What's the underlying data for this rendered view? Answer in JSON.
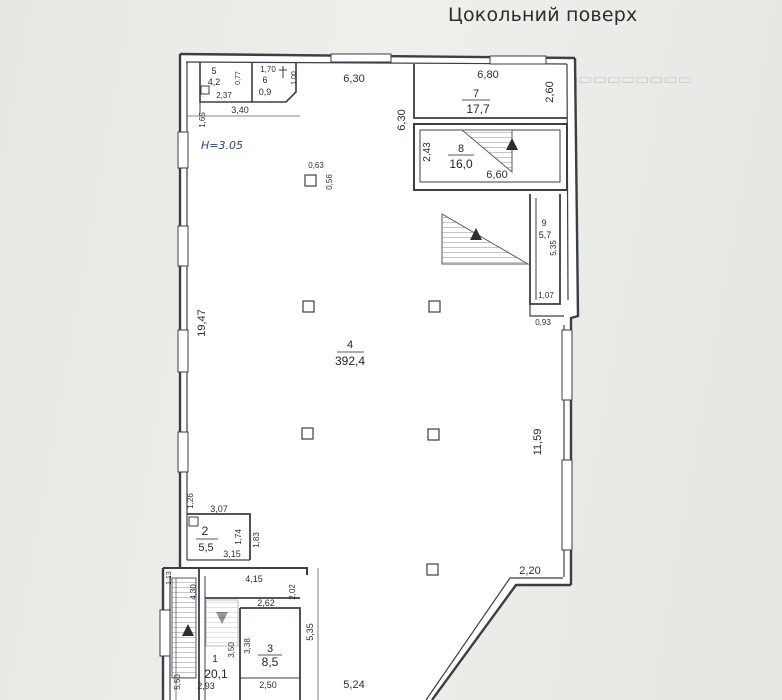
{
  "page": {
    "title": "Цокольний поверх"
  },
  "plan": {
    "height_note": "H=3.05",
    "rooms": [
      {
        "id": "room-1",
        "number": "1",
        "area": "20,1"
      },
      {
        "id": "room-2",
        "number": "2",
        "area": "5,5"
      },
      {
        "id": "room-3",
        "number": "3",
        "area": "8,5"
      },
      {
        "id": "room-4",
        "number": "4",
        "area": "392,4"
      },
      {
        "id": "room-5",
        "number": "5",
        "area": "4,2"
      },
      {
        "id": "room-6",
        "number": "6",
        "area": "0,9"
      },
      {
        "id": "room-7",
        "number": "7",
        "area": "17,7"
      },
      {
        "id": "room-8",
        "number": "8",
        "area": "16,0"
      },
      {
        "id": "room-9",
        "number": "9",
        "area": "5,7"
      }
    ],
    "dimensions": {
      "d630_top": "6,30",
      "d680": "6,80",
      "d260": "2,60",
      "d630_side": "6,30",
      "d243": "2,43",
      "d660": "6,60",
      "d535_right": "5,35",
      "d107": "1,07",
      "d093": "0,93",
      "d1947": "19,47",
      "d1159": "11,59",
      "d220": "2,20",
      "d524": "5,24",
      "d250": "2,50",
      "d293": "2,93",
      "d550": "5,50",
      "d350": "3,50",
      "d338": "3,38",
      "d262": "2,62",
      "d202": "2,02",
      "d415": "4,15",
      "d430": "4,30",
      "d113": "1,13",
      "d535_bottom": "5,35",
      "d315": "3,15",
      "d307": "3,07",
      "d126": "1,26",
      "d174": "1,74",
      "d183": "1,83",
      "d340": "3,40",
      "d165": "1,65",
      "d237": "2,37",
      "d077": "0,77",
      "d170": "1,70",
      "d100": "1,00",
      "d063": "0,63",
      "d056": "0,56"
    }
  }
}
